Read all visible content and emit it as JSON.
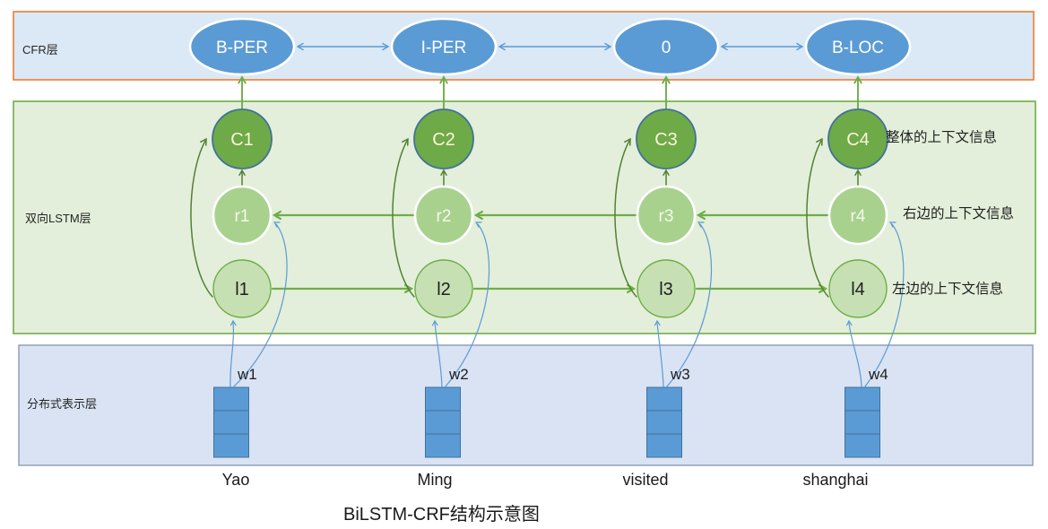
{
  "diagram_title": "BiLSTM-CRF结构示意图",
  "crf_layer": {
    "label": "CFR层",
    "tags": [
      "B-PER",
      "I-PER",
      "0",
      "B-LOC"
    ]
  },
  "bilstm_layer": {
    "label": "双向LSTM层",
    "context_nodes": [
      "C1",
      "C2",
      "C3",
      "C4"
    ],
    "right_nodes": [
      "r1",
      "r2",
      "r3",
      "r4"
    ],
    "left_nodes": [
      "l1",
      "l2",
      "l3",
      "l4"
    ],
    "annotations": {
      "context": "整体的上下文信息",
      "right": "右边的上下文信息",
      "left": "左边的上下文信息"
    }
  },
  "embedding_layer": {
    "label": "分布式表示层",
    "vector_labels": [
      "w1",
      "w2",
      "w3",
      "w4"
    ],
    "words": [
      "Yao",
      "Ming",
      "visited",
      "shanghai"
    ]
  },
  "colors": {
    "crf_band_fill": "#dbe8f5",
    "crf_band_border": "#ed7d31",
    "lstm_band_fill": "#e3efda",
    "lstm_band_border": "#70ad47",
    "embed_band_fill": "#dae3f3",
    "embed_band_border": "#8d9bb3",
    "tag_node_fill": "#5b9bd5",
    "tag_node_text": "#ffffff",
    "context_node_fill": "#6eaa47",
    "context_node_border": "#41719c",
    "context_node_text": "#fdf5d9",
    "right_node_fill": "#a9d18e",
    "right_node_border": "#ffffff",
    "right_node_text": "#f2f8ec",
    "left_node_fill": "#c6e0b4",
    "left_node_border": "#70ad47",
    "left_node_text": "#1f1f1f",
    "vector_fill": "#5b9bd5",
    "vector_border": "#41719c",
    "arrow_green": "#70ad47",
    "arrow_dark_green": "#538135",
    "arrow_blue": "#5b9bd5",
    "label_text": "#262626",
    "caption_text": "#1a1a1a"
  }
}
